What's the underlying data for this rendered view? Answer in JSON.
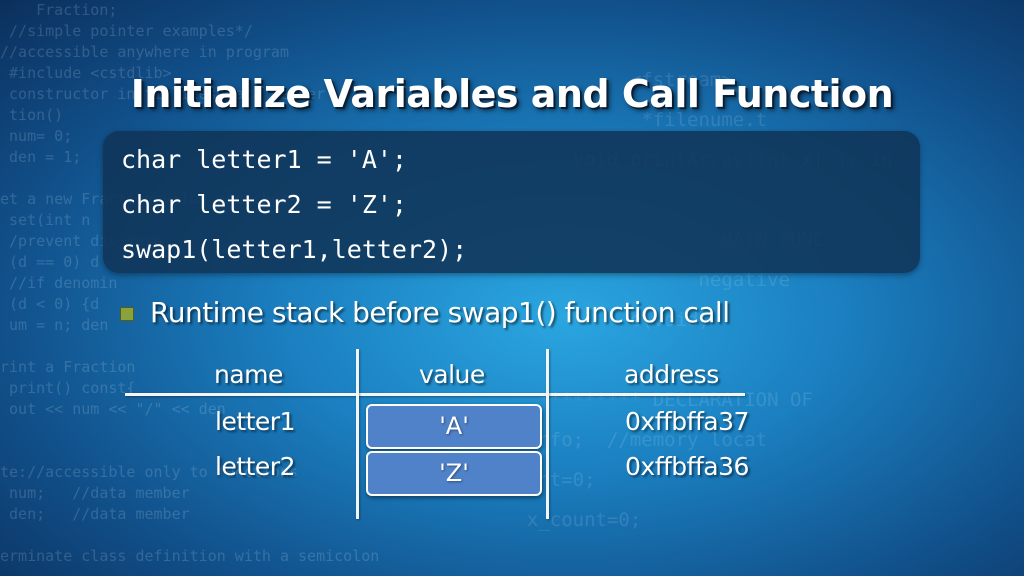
{
  "title": "Initialize Variables and Call Function",
  "code": [
    "char letter1 = 'A';",
    "char letter2 = 'Z';",
    "swap1(letter1,letter2);"
  ],
  "bullet": "Runtime stack before swap1() function call",
  "table": {
    "headers": [
      "name",
      "value",
      "address"
    ],
    "rows": [
      {
        "name": "letter1",
        "value": "'A'",
        "address": "0xffbffa37"
      },
      {
        "name": "letter2",
        "value": "'Z'",
        "address": "0xffbffa36"
      }
    ]
  },
  "colors": {
    "accent_bullet": "#8aa23c",
    "value_box": "#4f82c8",
    "code_box": "#103458"
  }
}
